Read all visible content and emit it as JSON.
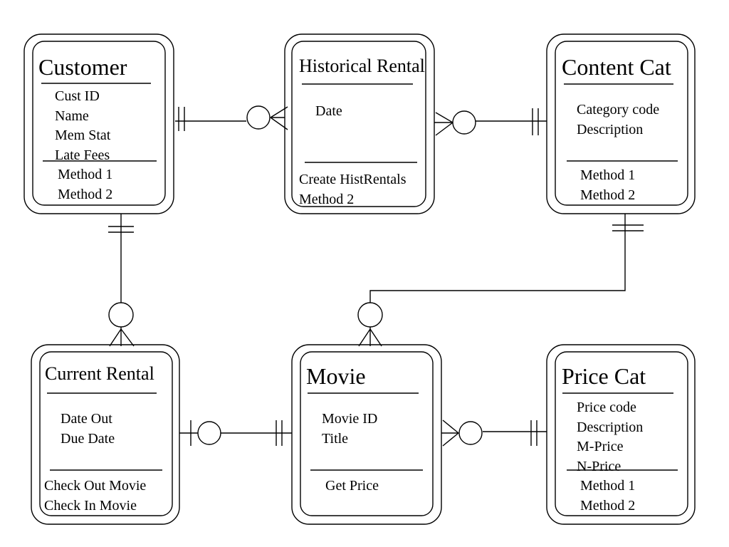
{
  "entities": {
    "customer": {
      "name": "Customer",
      "attributes": [
        "Cust ID",
        "Name",
        "Mem Stat",
        "Late Fees"
      ],
      "methods": [
        "Method 1",
        "Method 2"
      ]
    },
    "historical_rental": {
      "name": "Historical Rental",
      "attributes": [
        "Date"
      ],
      "methods": [
        "Create HistRentals",
        "Method 2"
      ]
    },
    "content_cat": {
      "name": "Content Cat",
      "attributes": [
        "Category code",
        "Description"
      ],
      "methods": [
        "Method 1",
        "Method 2"
      ]
    },
    "current_rental": {
      "name": "Current Rental",
      "attributes": [
        "Date Out",
        "Due Date"
      ],
      "methods": [
        "Check Out Movie",
        "Check In Movie"
      ]
    },
    "movie": {
      "name": "Movie",
      "attributes": [
        "Movie ID",
        "Title"
      ],
      "methods": [
        "Get Price"
      ]
    },
    "price_cat": {
      "name": "Price Cat",
      "attributes": [
        "Price code",
        "Description",
        "M-Price",
        "N-Price"
      ],
      "methods": [
        "Method 1",
        "Method 2"
      ]
    }
  },
  "relationships": [
    {
      "from": "customer",
      "to": "historical_rental",
      "from_card": "one-and-only-one",
      "to_card": "zero-or-many"
    },
    {
      "from": "content_cat",
      "to": "historical_rental",
      "from_card": "one-and-only-one",
      "to_card": "zero-or-many"
    },
    {
      "from": "customer",
      "to": "current_rental",
      "from_card": "one-and-only-one",
      "to_card": "zero-or-many"
    },
    {
      "from": "content_cat",
      "to": "movie",
      "from_card": "one-and-only-one",
      "to_card": "zero-or-many"
    },
    {
      "from": "movie",
      "to": "current_rental",
      "from_card": "one-and-only-one",
      "to_card": "zero-or-one"
    },
    {
      "from": "price_cat",
      "to": "movie",
      "from_card": "one-and-only-one",
      "to_card": "zero-or-many"
    }
  ]
}
